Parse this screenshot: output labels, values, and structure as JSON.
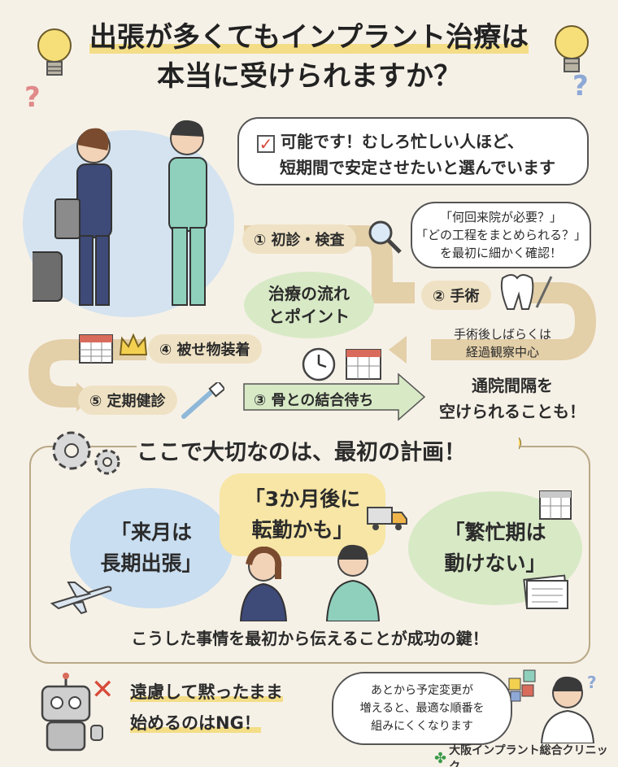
{
  "title": {
    "line1": "出張が多くてもインプラント治療は",
    "line2": "本当に受けられますか？"
  },
  "answer": {
    "line1": "可能です！むしろ忙しい人ほど、",
    "line2": "短期間で安定させたいと選んでいます"
  },
  "flow": {
    "center_line1": "治療の流れ",
    "center_line2": "とポイント",
    "step1": "① 初診・検査",
    "step1_note_line1": "「何回来院が必要？」",
    "step1_note_line2": "「どの工程をまとめられる？」",
    "step1_note_line3": "を最初に細かく確認！",
    "step2": "② 手術",
    "step2_note_line1": "手術後しばらくは",
    "step2_note_line2": "経過観察中心",
    "step3": "③ 骨との結合待ち",
    "step3_note_line1": "通院間隔を",
    "step3_note_line2": "空けられることも！",
    "step4": "④ 被せ物装着",
    "step5": "⑤ 定期健診"
  },
  "planning": {
    "heading": "ここで大切なのは、最初の計画！",
    "bubble_blue_line1": "「来月は",
    "bubble_blue_line2": "長期出張」",
    "bubble_yellow_line1": "「3か月後に",
    "bubble_yellow_line2": "転勤かも」",
    "bubble_green_line1": "「繁忙期は",
    "bubble_green_line2": "動けない」",
    "footer": "こうした事情を最初から伝えることが成功の鍵！"
  },
  "warning": {
    "line1": "遠慮して黙ったまま",
    "line2": "始めるのはNG！",
    "note_line1": "あとから予定変更が",
    "note_line2": "増えると、最適な順番を",
    "note_line3": "組みにくくなります"
  },
  "clinic": {
    "name": "大阪インプラント総合クリニック"
  },
  "colors": {
    "background": "#f6f1e7",
    "blue": "#c9def0",
    "yellow": "#f7e6a6",
    "green": "#d8e9c6",
    "arrow": "#e3cfa8",
    "check_red": "#d84a3a",
    "clinic_green": "#3d9a4a"
  }
}
